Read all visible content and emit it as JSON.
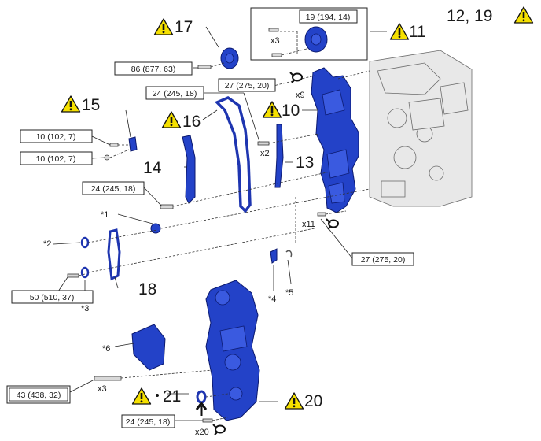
{
  "parts": {
    "p10": "10",
    "p11": "11",
    "p12_19": "12, 19",
    "p13": "13",
    "p14": "14",
    "p15": "15",
    "p16": "16",
    "p17": "17",
    "p18": "18",
    "p20": "20",
    "p21": "21"
  },
  "torques": {
    "t_19": "19 (194, 14)",
    "t_86": "86 (877, 63)",
    "t_27a": "27 (275, 20)",
    "t_24a": "24 (245, 18)",
    "t_10a": "10 (102, 7)",
    "t_10b": "10 (102, 7)",
    "t_24b": "24 (245, 18)",
    "t_50": "50 (510, 37)",
    "t_27b": "27 (275, 20)",
    "t_43": "43 (438, 32)",
    "t_24c": "24 (245, 18)"
  },
  "multipliers": {
    "m_x3a": "x3",
    "m_x9": "x9",
    "m_x2": "x2",
    "m_x11": "x11",
    "m_x3b": "x3",
    "m_x20": "x20"
  },
  "asterisks": {
    "a1": "*1",
    "a2": "*2",
    "a3": "*3",
    "a4": "*4",
    "a5": "*5",
    "a6": "*6"
  },
  "icons": [
    "caution-icon",
    "seal-packing-icon",
    "arrow-up-icon"
  ],
  "colors": {
    "part_blue": "#2342c8",
    "caution_yellow": "#f5e000"
  }
}
